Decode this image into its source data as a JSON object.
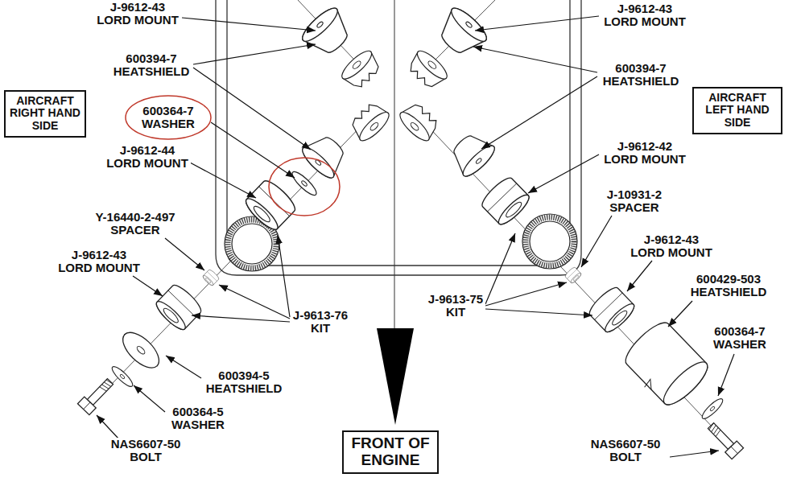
{
  "diagram": {
    "nodes": [
      {
        "text": [
          "AIRCRAFT RIGHT HAND SIDE"
        ]
      },
      {
        "text": [
          "600364-7 WASHER"
        ]
      },
      {
        "text": [
          "AIRCRAFT LEFT HAND SIDE"
        ]
      },
      {
        "text": [
          "FRONT OF ENGINE"
        ]
      }
    ],
    "labels": [
      "J-9612-43 LORD MOUNT",
      "J-9612-43 LORD MOUNT",
      "600394-7 HEATSHIELD",
      "600394-7 HEATSHIELD",
      "J-9612-44 LORD MOUNT",
      "J-9612-42 LORD MOUNT",
      "J-10931-2 SPACER",
      "Y-16440-2-497 SPACER",
      "J-9612-43 LORD MOUNT",
      "J-9612-43 LORD MOUNT",
      "600429-503 HEATSHIELD",
      "J-9613-76 KIT",
      "J-9613-75 KIT",
      "600364-7 WASHER",
      "600394-5 HEATSHIELD",
      "600364-5 WASHER",
      "NAS6607-50 BOLT",
      "NAS6607-50 BOLT"
    ]
  }
}
